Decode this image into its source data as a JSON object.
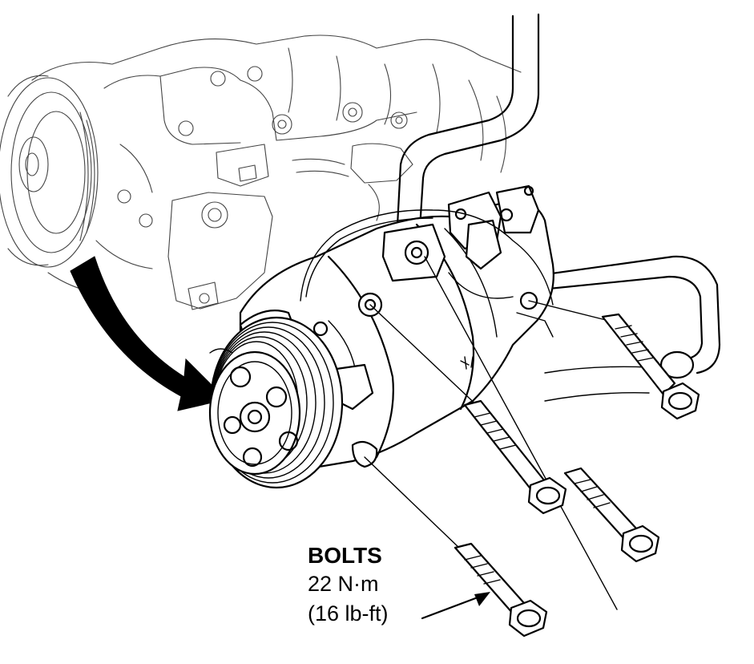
{
  "callout": {
    "title": "BOLTS",
    "torque_metric": "22 N·m",
    "torque_imperial": "(16 lb-ft)"
  },
  "components": [
    "engine-block",
    "ac-compressor",
    "pulley",
    "refrigerant-pipe",
    "mounting-bolt"
  ],
  "colors": {
    "line": "#000000",
    "background": "#ffffff"
  }
}
